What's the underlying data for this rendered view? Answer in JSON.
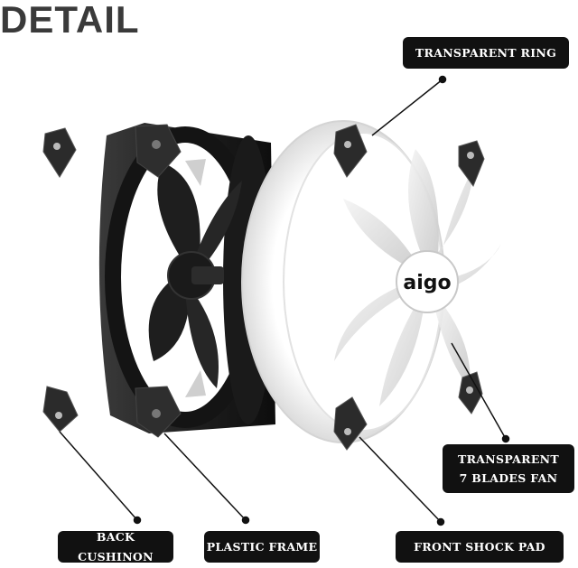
{
  "title": "DETAIL",
  "labels": {
    "transparent_ring": "TRANSPARENT RING",
    "transparent_fan_line1": "TRANSPARENT",
    "transparent_fan_line2": "7 BLADES FAN",
    "back_cushion": "BACK CUSHINON",
    "plastic_frame": "PLASTIC FRAME",
    "front_shock_pad": "FRONT SHOCK PAD"
  },
  "logo_text": "aigo",
  "colors": {
    "label_bg": "#111111",
    "label_text": "#ffffff",
    "frame": "#1e1e1e",
    "ring": "#ececec",
    "blade": "#dedede"
  }
}
